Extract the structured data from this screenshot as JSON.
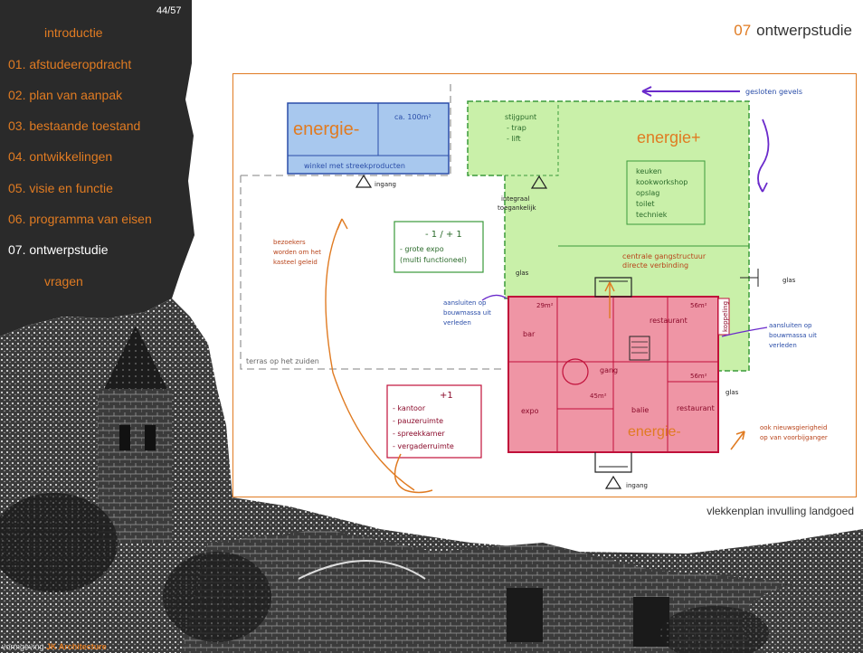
{
  "slide": {
    "page_counter": "44/57",
    "section_number": "07",
    "section_title": "ontwerpstudie",
    "caption": "vlekkenplan invulling landgoed",
    "footer_left": "vormgeving",
    "footer_brand": "JK Architecture"
  },
  "nav": {
    "items": [
      {
        "label": "introductie",
        "current": false
      },
      {
        "label": "01. afstudeeropdracht",
        "current": false
      },
      {
        "label": "02. plan van aanpak",
        "current": false
      },
      {
        "label": "03. bestaande toestand",
        "current": false
      },
      {
        "label": "04. ontwikkelingen",
        "current": false
      },
      {
        "label": "05. visie en functie",
        "current": false
      },
      {
        "label": "06. programma van eisen",
        "current": false
      },
      {
        "label": "07. ontwerpstudie",
        "current": true
      },
      {
        "label": "vragen",
        "current": false
      }
    ]
  },
  "sketch": {
    "blue_zone": {
      "label": "energie-",
      "area": "ca. 100m²",
      "note": "winkel met streekproducten"
    },
    "green_zone": {
      "label": "energie+",
      "list_title": "stijgpunt",
      "list": [
        "- trap",
        "- lift"
      ],
      "rooms": [
        "keuken",
        "kookworkshop",
        "opslag",
        "toilet",
        "techniek"
      ],
      "structure": [
        "centrale gangstructuur",
        "directe verbinding"
      ]
    },
    "red_zone": {
      "label": "energie-",
      "rooms": [
        "bar",
        "gang",
        "restaurant",
        "expo",
        "balie",
        "restaurant"
      ],
      "areas": [
        "29m²",
        "56m²",
        "45m²",
        "56m²"
      ]
    },
    "upper_floor": {
      "title": "- 1 / + 1",
      "lines": [
        "- grote expo",
        "(multi functioneel)"
      ]
    },
    "first_floor": {
      "title": "+1",
      "lines": [
        "- kantoor",
        "- pauzeruimte",
        "- spreekkamer",
        "- vergaderruimte"
      ]
    },
    "annotations": {
      "closed_facades": "gesloten gevels",
      "entrance_top": "ingang",
      "integral_access": [
        "integraal",
        "toegankelijk"
      ],
      "visitors": [
        "bezoekers",
        "worden om het",
        "kasteel geleid"
      ],
      "glass_left": "glas",
      "glass_right": "glas",
      "glass_bottom": "glas",
      "connect_left": [
        "aansluiten op",
        "bouwmassa uit",
        "verleden"
      ],
      "connect_right": [
        "aansluiten op",
        "bouwmassa uit",
        "verleden"
      ],
      "coupling": "koppeling",
      "terrace": "terras op het zuiden",
      "novelty": [
        "ook nieuwsgierigheid",
        "op van voorbijganger"
      ],
      "entrance_bottom": "ingang"
    }
  },
  "colors": {
    "accent": "#e07b22",
    "sidebar": "#2b2b2b",
    "blue": "#9bbde8",
    "green": "#c9f0a9",
    "red": "#ef8a9b"
  }
}
